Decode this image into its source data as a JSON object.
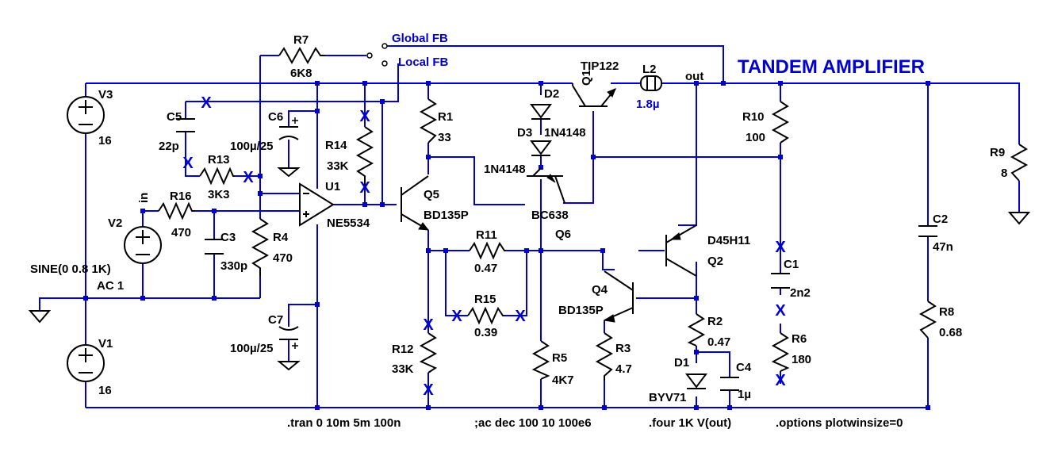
{
  "title": "TANDEM AMPLIFIER",
  "switch": {
    "global": "Global FB",
    "local": "Local FB"
  },
  "sources": {
    "V3": {
      "name": "V3",
      "value": "16"
    },
    "V1": {
      "name": "V1",
      "value": "16"
    },
    "V2": {
      "name": "V2",
      "value": "SINE(0 0.8 1K)",
      "ac": "AC 1"
    }
  },
  "net_labels": {
    "in": "in",
    "out": "out"
  },
  "components": {
    "R7": {
      "name": "R7",
      "value": "6K8"
    },
    "R16": {
      "name": "R16",
      "value": "470"
    },
    "R13": {
      "name": "R13",
      "value": "3K3"
    },
    "R14": {
      "name": "R14",
      "value": "33K"
    },
    "R4": {
      "name": "R4",
      "value": "470"
    },
    "R1": {
      "name": "R1",
      "value": "33"
    },
    "R11": {
      "name": "R11",
      "value": "0.47"
    },
    "R15": {
      "name": "R15",
      "value": "0.39"
    },
    "R12": {
      "name": "R12",
      "value": "33K"
    },
    "R5": {
      "name": "R5",
      "value": "4K7"
    },
    "R3": {
      "name": "R3",
      "value": "4.7"
    },
    "R2": {
      "name": "R2",
      "value": "0.47"
    },
    "R10": {
      "name": "R10",
      "value": "100"
    },
    "R6": {
      "name": "R6",
      "value": "180"
    },
    "R8": {
      "name": "R8",
      "value": "0.68"
    },
    "R9": {
      "name": "R9",
      "value": "8"
    },
    "C5": {
      "name": "C5",
      "value": "22p"
    },
    "C6": {
      "name": "C6",
      "value": "100µ/25"
    },
    "C3": {
      "name": "C3",
      "value": "330p"
    },
    "C7": {
      "name": "C7",
      "value": "100µ/25"
    },
    "C1": {
      "name": "C1",
      "value": "2n2"
    },
    "C2": {
      "name": "C2",
      "value": "47n"
    },
    "C4": {
      "name": "C4",
      "value": "1µ"
    },
    "L2": {
      "name": "L2",
      "value": "1.8µ"
    },
    "U1": {
      "name": "U1",
      "value": "NE5534"
    },
    "Q1": {
      "name": "Q1",
      "value": "TIP122"
    },
    "Q5": {
      "name": "Q5",
      "value": "BD135P"
    },
    "Q6": {
      "name": "Q6",
      "value": "BC638"
    },
    "Q4": {
      "name": "Q4",
      "value": "BD135P"
    },
    "Q2": {
      "name": "Q2",
      "value": "D45H11"
    },
    "D2": {
      "name": "D2",
      "value": "1N4148"
    },
    "D3": {
      "name": "D3",
      "value": "1N4148"
    },
    "D1": {
      "name": "D1",
      "value": "BYV71"
    }
  },
  "directives": {
    "tran": ".tran 0 10m 5m 100n",
    "ac": ";ac dec 100 10 100e6",
    "four": ".four 1K V(out)",
    "options": ".options plotwinsize=0"
  },
  "colors": {
    "wire": "#0000d0",
    "component": "#000000",
    "background": "#ffffff"
  }
}
